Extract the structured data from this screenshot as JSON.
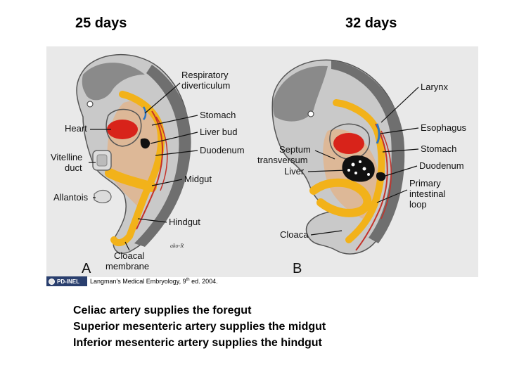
{
  "headings": {
    "left": "25 days",
    "right": "32 days"
  },
  "panels": {
    "a": "A",
    "b": "B"
  },
  "labels_a": {
    "respiratory_1": "Respiratory",
    "respiratory_2": "diverticulum",
    "stomach": "Stomach",
    "heart": "Heart",
    "liver_bud": "Liver bud",
    "duodenum": "Duodenum",
    "vitelline_1": "Vitelline",
    "vitelline_2": "duct",
    "midgut": "Midgut",
    "allantois": "Allantois",
    "hindgut": "Hindgut",
    "cloacal_1": "Cloacal",
    "cloacal_2": "membrane"
  },
  "labels_b": {
    "larynx": "Larynx",
    "esophagus": "Esophagus",
    "septum_1": "Septum",
    "septum_2": "transversum",
    "stomach": "Stomach",
    "liver": "Liver",
    "duodenum": "Duodenum",
    "primary_1": "Primary",
    "primary_2": "intestinal",
    "primary_3": "loop",
    "cloaca": "Cloaca"
  },
  "signature": "ako-R",
  "badge": "PD-INEL",
  "citation": {
    "main": "Langman's Medical Embryology, 9",
    "sup": "th",
    "end": " ed. 2004."
  },
  "notes": [
    "Celiac artery supplies the foregut",
    "Superior mesenteric artery supplies the midgut",
    "Inferior mesenteric artery supplies the hindgut"
  ],
  "colors": {
    "gut": "#f2b21a",
    "mesenchyme": "#ecaa6e",
    "heart": "#d8231a",
    "vessel": "#c4322a",
    "ectoderm": "#6f6f6f",
    "interior": "#c8c8c8"
  }
}
